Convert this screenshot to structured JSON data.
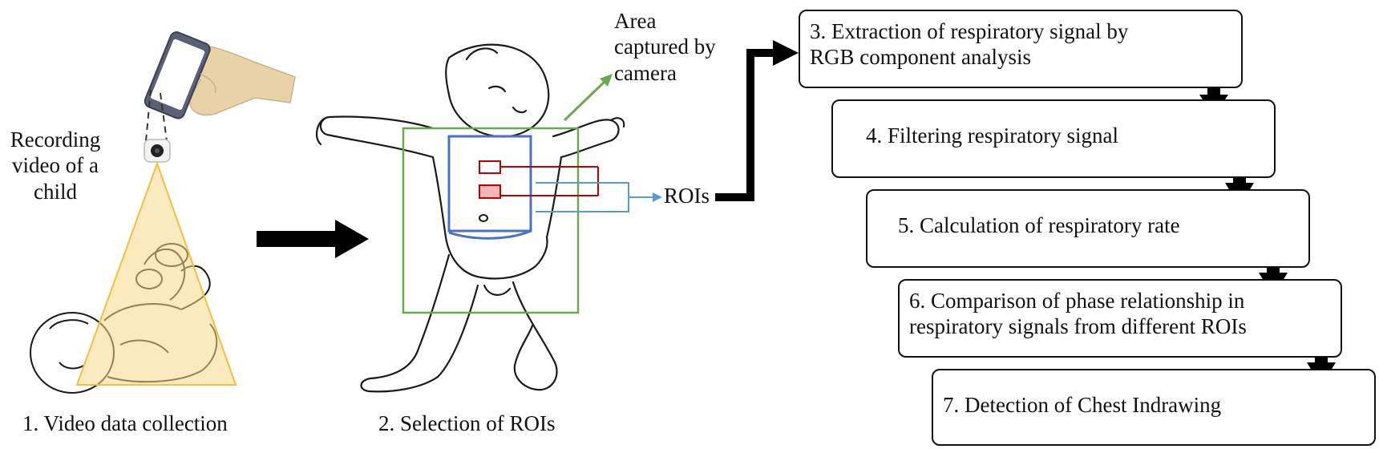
{
  "panel1": {
    "recording_line1": "Recording",
    "recording_line2": "video of a",
    "recording_line3": "child",
    "caption": "1. Video data collection"
  },
  "panel2": {
    "area_line1": "Area",
    "area_line2": "captured by",
    "area_line3": "camera",
    "rois_label": "ROIs",
    "caption": "2. Selection of ROIs"
  },
  "steps": [
    {
      "line1": "3. Extraction of respiratory signal by",
      "line2": "RGB component analysis"
    },
    {
      "line1": "4. Filtering respiratory signal",
      "line2": ""
    },
    {
      "line1": "5. Calculation of respiratory rate",
      "line2": ""
    },
    {
      "line1": "6. Comparison of phase relationship in",
      "line2": "respiratory signals from different ROIs"
    },
    {
      "line1": "7. Detection of Chest Indrawing",
      "line2": ""
    }
  ],
  "colors": {
    "camera_fov": "#f0c040",
    "area_box": "#6aa84f",
    "chest_box": "#4a72c4",
    "roi_box": "#c00000",
    "roi_pointer": "#5b9bd5",
    "arrow": "#000000"
  }
}
